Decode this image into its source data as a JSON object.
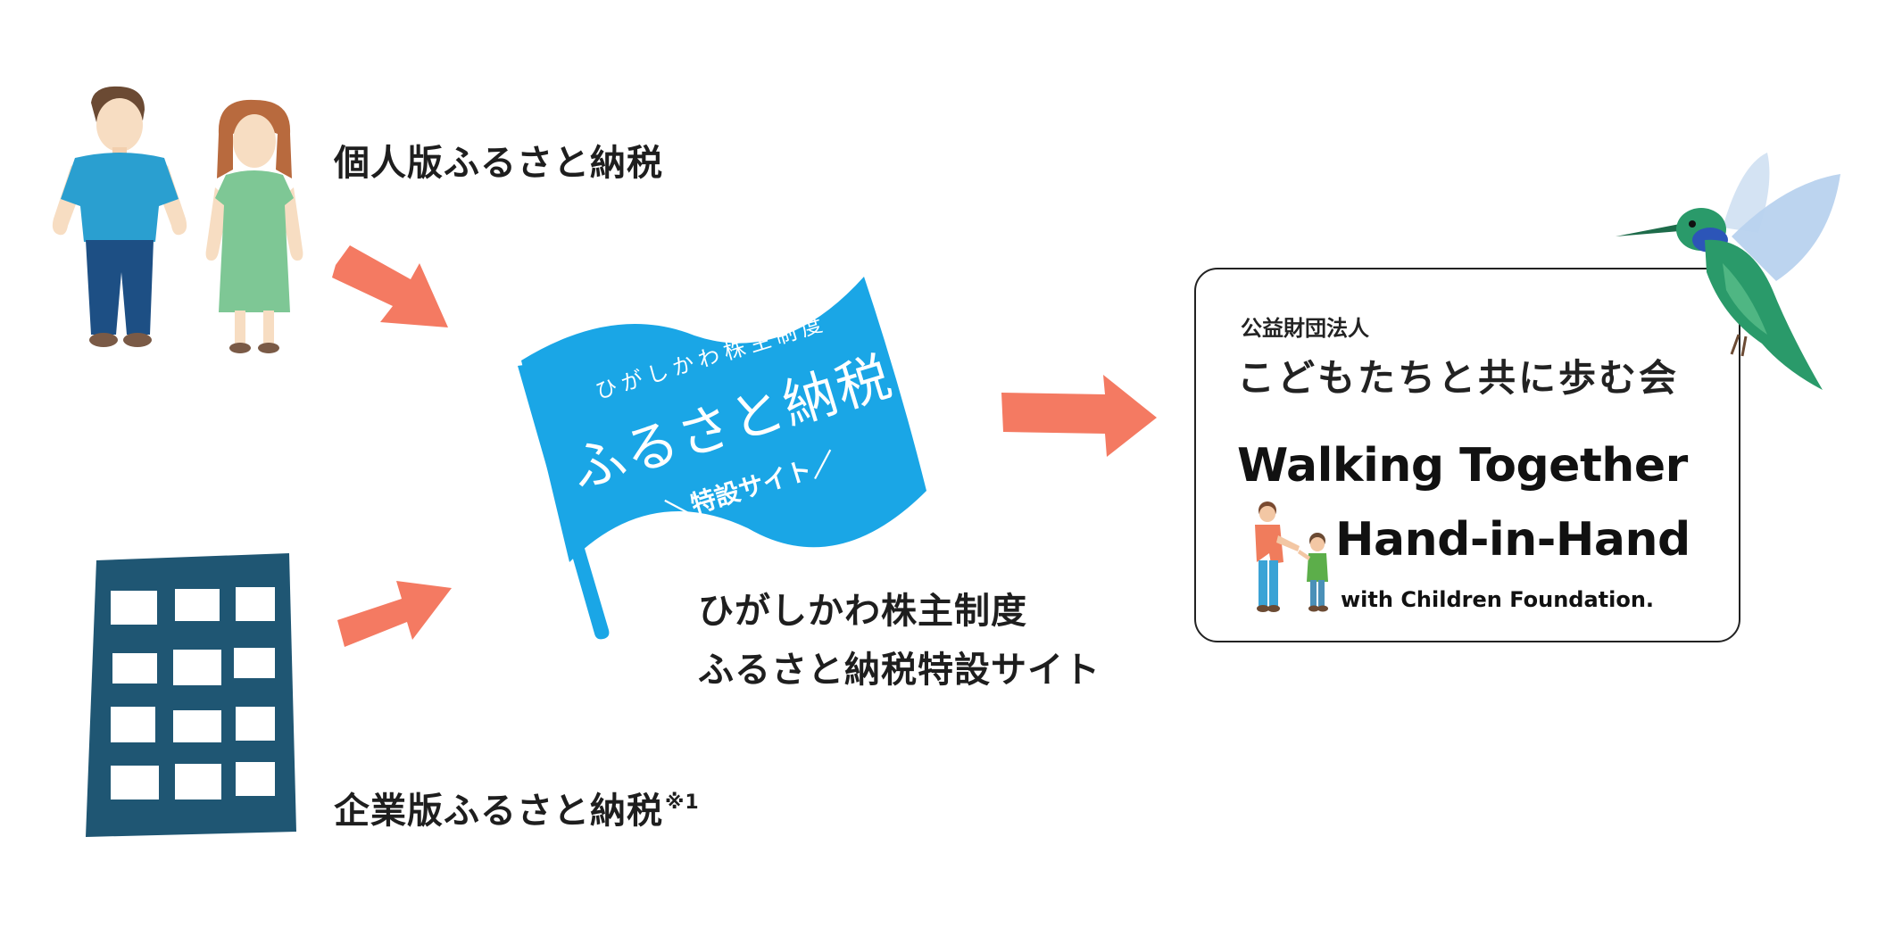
{
  "individual": {
    "label": "個人版ふるさと納税"
  },
  "corporate": {
    "label": "企業版ふるさと納税",
    "note_mark": "※1"
  },
  "flag": {
    "line1": "ひがしかわ株主制度",
    "line2": "ふるさと納税",
    "line3": "＼特設サイト／",
    "color": "#1aa6e6"
  },
  "site_caption": {
    "line1": "ひがしかわ株主制度",
    "line2": "ふるさと納税特設サイト"
  },
  "organization": {
    "type": "公益財団法人",
    "name": "こどもたちと共に歩む会",
    "en_line1": "Walking Together",
    "en_line2": "Hand-in-Hand",
    "en_line3": "with Children Foundation."
  },
  "colors": {
    "arrow": "#f47a62",
    "building": "#1f5673",
    "bird": "#2a9a6a"
  },
  "icons": [
    "man-icon",
    "woman-icon",
    "building-icon",
    "arrow-icon",
    "flag-icon",
    "hummingbird-icon",
    "adult-child-icon"
  ]
}
